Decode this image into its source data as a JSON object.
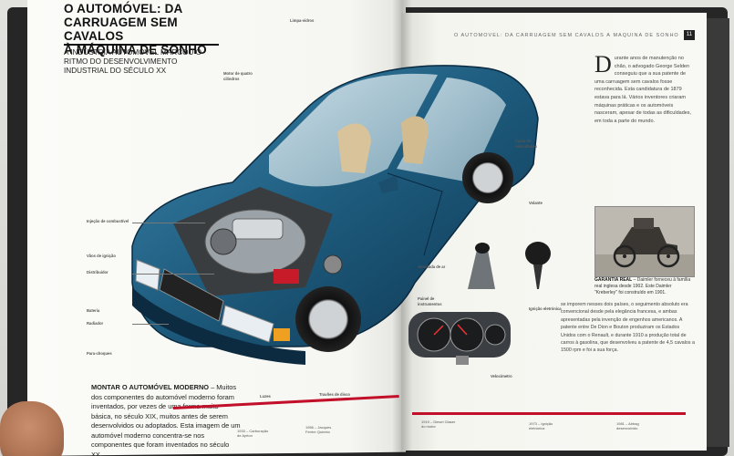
{
  "left_page": {
    "title_lines": [
      "O AUTOMÓVEL: DA",
      "CARRUAGEM SEM CAVALOS",
      "À MÁQUINA DE SONHO"
    ],
    "subtitle": "A INDÚSTRIA AUTOMOVEL MARCOU O RITMO DO DESENVOLVIMENTO INDUSTRIAL DO SÉCULO XX",
    "annotations": {
      "motor": "Motor de quatro cilindros",
      "limpa_vidros": "Limpa-vidros",
      "injecao": "Injeção de combustível",
      "valvulas": "Vãos de ignição",
      "distribuidor": "Distribuidor",
      "radiador": "Radiador",
      "bateria": "Bateria",
      "pneus": "Para-choques",
      "luzes": "Luzes",
      "travoes": "Travões de disco"
    },
    "bottom_heading_bold": "MONTAR O AUTOMÓVEL MODERNO",
    "bottom_heading_text": " – Muitos dos componentes do automóvel moderno foram inventados, por vezes de uma forma muito básica, no século XIX, muitos antes de serem desenvolvidos ou adoptados. Esta imagem de um automóvel moderno concentra-se nos componentes que foram inventados no século XX."
  },
  "right_page": {
    "running_head": "O AUTOMÓVEL: DA CARRUAGEM SEM CAVALOS À MÁQUINA DE SONHO",
    "page_number": "11",
    "dropcap": "D",
    "body_text": "urante anos de manutenção no chão, o advogado George Selden conseguiu que a sua patente de uma carruagem sem cavalos fosse reconhecida. Esta candidatura de 1879 estava para lá. Vários inventores criaram máquinas práticas e os automóveis nasceram, apesar de todas as dificuldades, em toda a parte do mundo.",
    "labels": {
      "gear": "Caixa de velocidades",
      "airbag": "Almofada de ar",
      "dashboard": "Painel de instrumentos",
      "steering": "Volante",
      "speedometer": "Velocímetro",
      "ignition": "Ignição eletrónica"
    },
    "photo_caption_bold": "GARANTIA REAL",
    "photo_caption": " – Daimler forneceu à família real inglesa desde 1902. Este Daimler \"Kreberley\" foi construído em 1901.",
    "body_text_2": "se imporem nesses dois países, o seguimento absoluto era convencional desde pela elegância francesa, e ambas apresentadas pela invenção de engenhos americanos. A patente entre De Dion e Bouton produziram os Estados Unidos com o Renault, e durante 1910 a produção total de carros à gasolina, que desenvolveu a patente de 4,5 cavalos a 1500 rpm e foi a sua força."
  },
  "timeline": [
    {
      "label": "1933 – Carburação de Ayrton"
    },
    {
      "label": "1956 – Jacques Ferrier Quimbo"
    },
    {
      "label": "1919 – Diesel Glaser do motor"
    },
    {
      "label": "1973 – Ignição eletrónica"
    },
    {
      "label": "1981 – Airbag desenvolvido"
    }
  ],
  "colors": {
    "car_body": "#1d5a7c",
    "timeline": "#c3102a",
    "headline": "#111111"
  }
}
